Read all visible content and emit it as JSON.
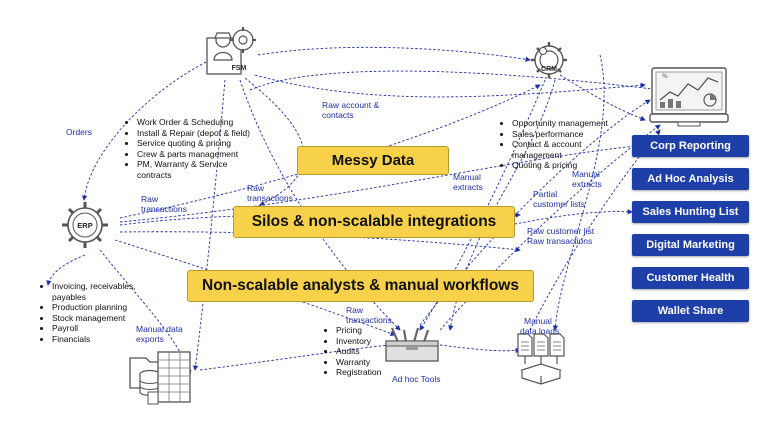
{
  "nodes": {
    "fsm": "FSM",
    "crm": "CRM",
    "erp": "ERP",
    "adhoc_tools": "Ad hoc Tools"
  },
  "banners": {
    "messy": "Messy Data",
    "silos": "Silos & non-scalable integrations",
    "analysts": "Non-scalable analysts & manual workflows"
  },
  "fsm_list": [
    "Work Order & Scheduling",
    "Install & Repair (depot & field)",
    "Service quoting & pricing",
    "Crew & parts management",
    "PM, Warranty & Service contracts"
  ],
  "crm_list": [
    "Opportunity management",
    "Sales performance",
    "Contact & account management",
    "Quoting & pricing"
  ],
  "erp_list": [
    "Invoicing, receivables, payables",
    "Production planning",
    "Stock management",
    "Payroll",
    "Financials"
  ],
  "adhoc_list": [
    "Pricing",
    "Inventory",
    "Audits",
    "Warranty",
    "Registration"
  ],
  "flow_labels": {
    "orders": "Orders",
    "raw_account_1": "Raw account &",
    "raw_account_2": "contacts",
    "raw_transactions_fsm_1": "Raw",
    "raw_transactions_fsm_2": "transactions",
    "raw_transactions_erp_1": "Raw",
    "raw_transactions_erp_2": "transactions",
    "manual_extracts_1a": "Manual",
    "manual_extracts_1b": "extracts",
    "manual_extracts_2a": "Manual",
    "manual_extracts_2b": "extracts",
    "partial_1": "Partial",
    "partial_2": "customer lists",
    "raw_customer_1": "Raw customer list",
    "raw_customer_2": "Raw transactions",
    "raw_transactions_bottom_1": "Raw",
    "raw_transactions_bottom_2": "transactions",
    "manual_exports_1": "Manual data",
    "manual_exports_2": "exports",
    "manual_loads_1": "Manual",
    "manual_loads_2": "data loads"
  },
  "outputs": [
    "Corp Reporting",
    "Ad Hoc Analysis",
    "Sales Hunting List",
    "Digital Marketing",
    "Customer Health",
    "Wallet Share"
  ],
  "colors": {
    "banner": "#f7d14a",
    "output_button": "#1e3fa8",
    "flow_line": "#1f2fa8"
  },
  "icons": [
    "fsm-icon",
    "crm-icon",
    "erp-icon",
    "dashboard-icon",
    "spreadsheet-icon",
    "toolbox-icon",
    "data-load-icon"
  ]
}
